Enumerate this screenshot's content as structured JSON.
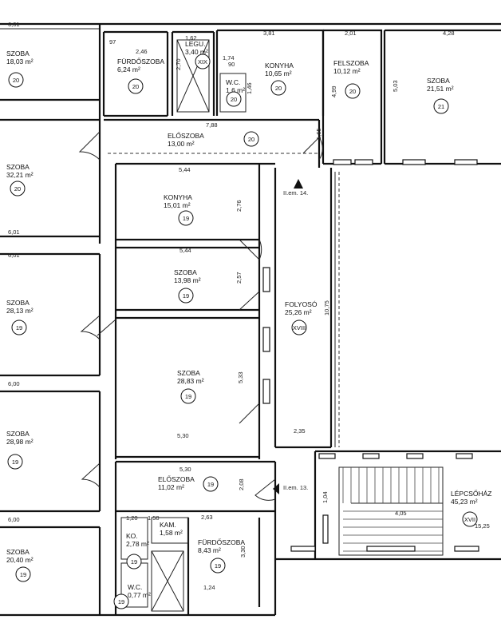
{
  "rooms": [
    {
      "name": "SZOBA",
      "area": "18,03 m²",
      "num": "20"
    },
    {
      "name": "FÜRDŐSZOBA",
      "area": "6,24 m²",
      "num": "20"
    },
    {
      "name": "LEGU.",
      "area": "3,40 m²",
      "num": "XIX"
    },
    {
      "name": "KONYHA",
      "area": "10,65 m²",
      "num": "20"
    },
    {
      "name": "W.C.",
      "area": "1,6 m²",
      "num": "20"
    },
    {
      "name": "FELSZOBA",
      "area": "10,12 m²",
      "num": "20"
    },
    {
      "name": "SZOBA",
      "area": "21,51 m²",
      "num": "21"
    },
    {
      "name": "ELŐSZOBA",
      "area": "13,00 m²",
      "num": "20"
    },
    {
      "name": "SZOBA",
      "area": "32,21 m²",
      "num": "20"
    },
    {
      "name": "KONYHA",
      "area": "15,01 m²",
      "num": "19"
    },
    {
      "name": "SZOBA",
      "area": "13,98 m²",
      "num": "19"
    },
    {
      "name": "SZOBA",
      "area": "28,13 m²",
      "num": "19"
    },
    {
      "name": "FOLYOSÓ",
      "area": "25,26 m²",
      "num": "XVIII"
    },
    {
      "name": "SZOBA",
      "area": "28,83 m²",
      "num": "19"
    },
    {
      "name": "SZOBA",
      "area": "28,98 m²",
      "num": "19"
    },
    {
      "name": "ELŐSZOBA",
      "area": "11,02 m²",
      "num": "19"
    },
    {
      "name": "LÉPCSŐHÁZ",
      "area": "45,23 m²",
      "num": "XVII"
    },
    {
      "name": "KAM.",
      "area": "1,58 m²",
      "num": ""
    },
    {
      "name": "SZOBA",
      "area": "20,40 m²",
      "num": "19"
    },
    {
      "name": "FÜRDŐSZOBA",
      "area": "8,43 m²",
      "num": "19"
    },
    {
      "name": "KO.",
      "area": "2,78 m²",
      "num": "19"
    },
    {
      "name": "W.C.",
      "area": "0,77 m²",
      "num": "19"
    }
  ],
  "dimensions": [
    "6,01",
    "2,46",
    "1,62",
    "3,81",
    "2,01",
    "4,28",
    "2,70",
    "1,74",
    "1,46",
    "4,99",
    "5,03",
    "7,88",
    "1,65",
    "5,44",
    "2,76",
    "6,01",
    "6,01",
    "5,44",
    "2,57",
    "6,00",
    "5,33",
    "10,75",
    "5,30",
    "2,35",
    "5,30",
    "2,08",
    "1,04",
    "4,05",
    "15,25",
    "6,00",
    "2,63",
    "3,30",
    "1,24",
    "1,50",
    "1,20",
    "90",
    "97"
  ],
  "markers": [
    {
      "label": "II.em. 14."
    },
    {
      "label": "II.em. 13."
    }
  ]
}
